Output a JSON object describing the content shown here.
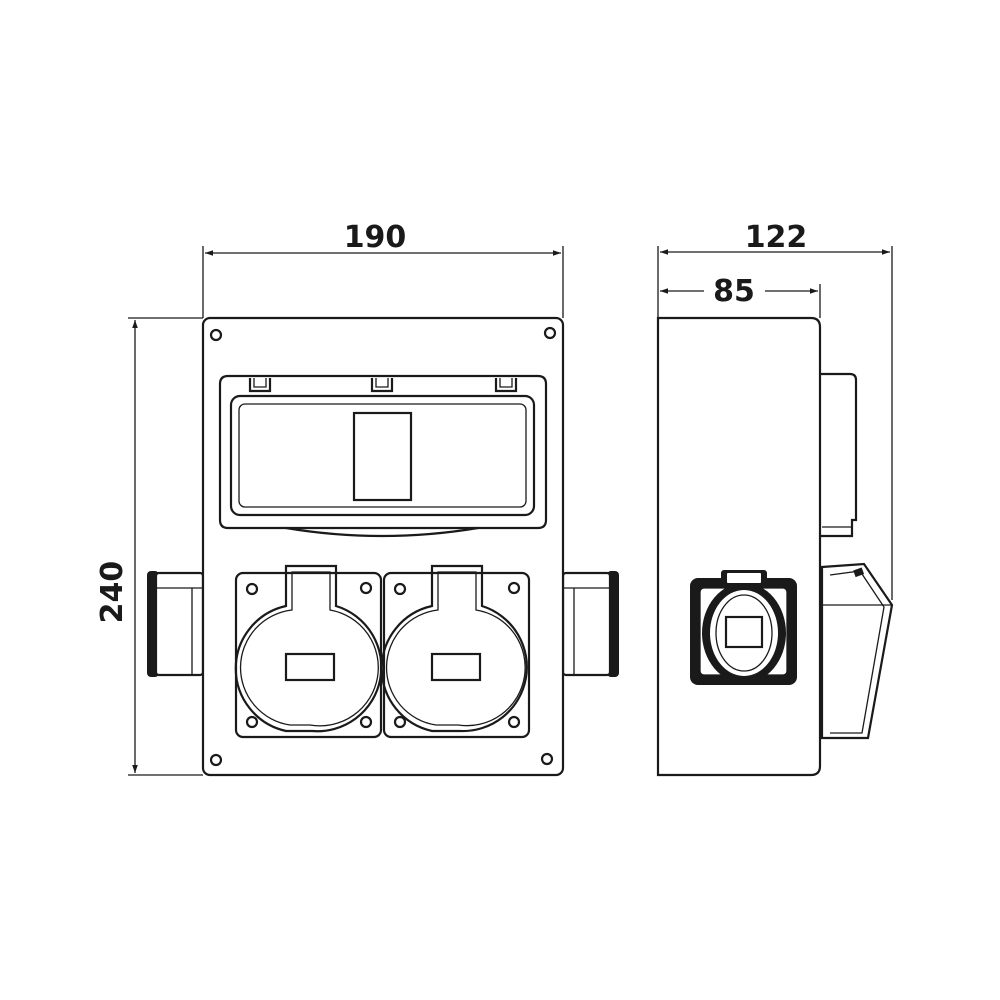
{
  "dimensions": {
    "width_front": "190",
    "height": "240",
    "depth_total": "122",
    "depth_body": "85"
  },
  "colors": {
    "line": "#1a1a1a",
    "background": "#ffffff"
  }
}
